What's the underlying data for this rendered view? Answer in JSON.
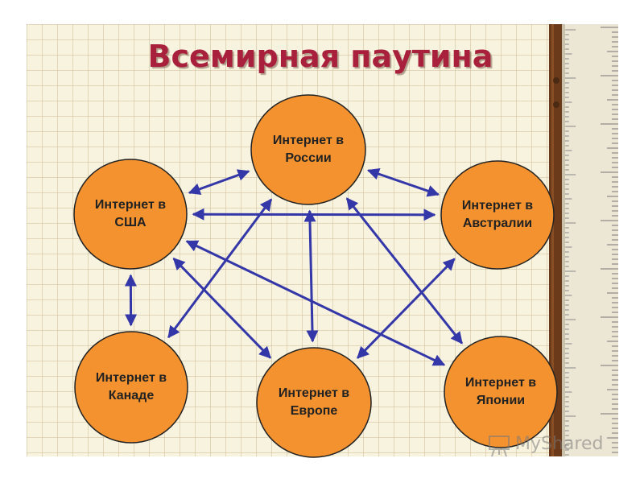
{
  "title": "Всемирная паутина",
  "colors": {
    "node_fill": "#f3922f",
    "node_stroke": "#222222",
    "arrow": "#3437a8",
    "title": "#a8203c",
    "background": "#f8f3df"
  },
  "nodes": [
    {
      "id": "russia",
      "label_line1": "Интернет в",
      "label_line2": "России"
    },
    {
      "id": "usa",
      "label_line1": "Интернет в",
      "label_line2": "США"
    },
    {
      "id": "australia",
      "label_line1": "Интернет в",
      "label_line2": "Австралии"
    },
    {
      "id": "canada",
      "label_line1": "Интернет в",
      "label_line2": "Канаде"
    },
    {
      "id": "europe",
      "label_line1": "Интернет в",
      "label_line2": "Европе"
    },
    {
      "id": "japan",
      "label_line1": "Интернет в",
      "label_line2": "Японии"
    }
  ],
  "edges": [
    {
      "from": "usa",
      "to": "russia"
    },
    {
      "from": "russia",
      "to": "australia"
    },
    {
      "from": "usa",
      "to": "australia"
    },
    {
      "from": "usa",
      "to": "canada"
    },
    {
      "from": "usa",
      "to": "europe"
    },
    {
      "from": "usa",
      "to": "japan"
    },
    {
      "from": "russia",
      "to": "canada"
    },
    {
      "from": "russia",
      "to": "europe"
    },
    {
      "from": "russia",
      "to": "japan"
    },
    {
      "from": "australia",
      "to": "europe"
    }
  ],
  "watermark": {
    "icon": "blackboard-icon",
    "text": "MyShared"
  }
}
